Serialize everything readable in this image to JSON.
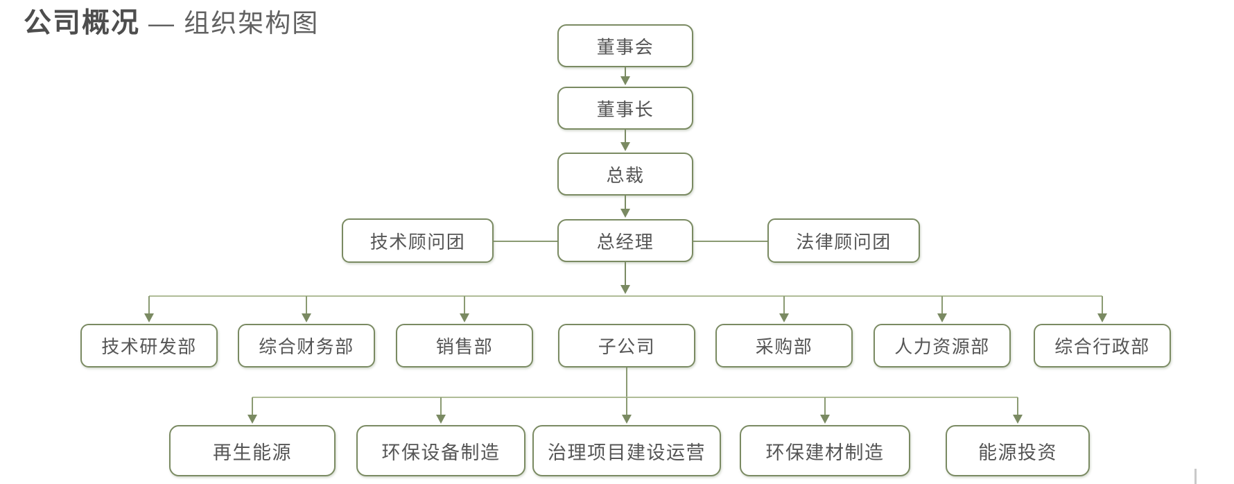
{
  "title": {
    "primary": "公司概况",
    "suffix": "— 组织架构图"
  },
  "colors": {
    "node_border": "#7A8A62",
    "connector": "#7A8A62",
    "connector_light": "#AFBC97",
    "node_text": "#555555",
    "title_text": "#4D4D4D"
  },
  "hierarchy": {
    "chain": [
      {
        "label": "董事会"
      },
      {
        "label": "董事长"
      },
      {
        "label": "总裁"
      },
      {
        "label": "总经理"
      }
    ],
    "advisors": [
      {
        "label": "技术顾问团",
        "side": "left"
      },
      {
        "label": "法律顾问团",
        "side": "right"
      }
    ],
    "departments": [
      {
        "label": "技术研发部"
      },
      {
        "label": "综合财务部"
      },
      {
        "label": "销售部"
      },
      {
        "label": "子公司"
      },
      {
        "label": "采购部"
      },
      {
        "label": "人力资源部"
      },
      {
        "label": "综合行政部"
      }
    ],
    "subsidiaries": [
      {
        "label": "再生能源"
      },
      {
        "label": "环保设备制造"
      },
      {
        "label": "治理项目建设运营"
      },
      {
        "label": "环保建材制造"
      },
      {
        "label": "能源投资"
      }
    ]
  }
}
